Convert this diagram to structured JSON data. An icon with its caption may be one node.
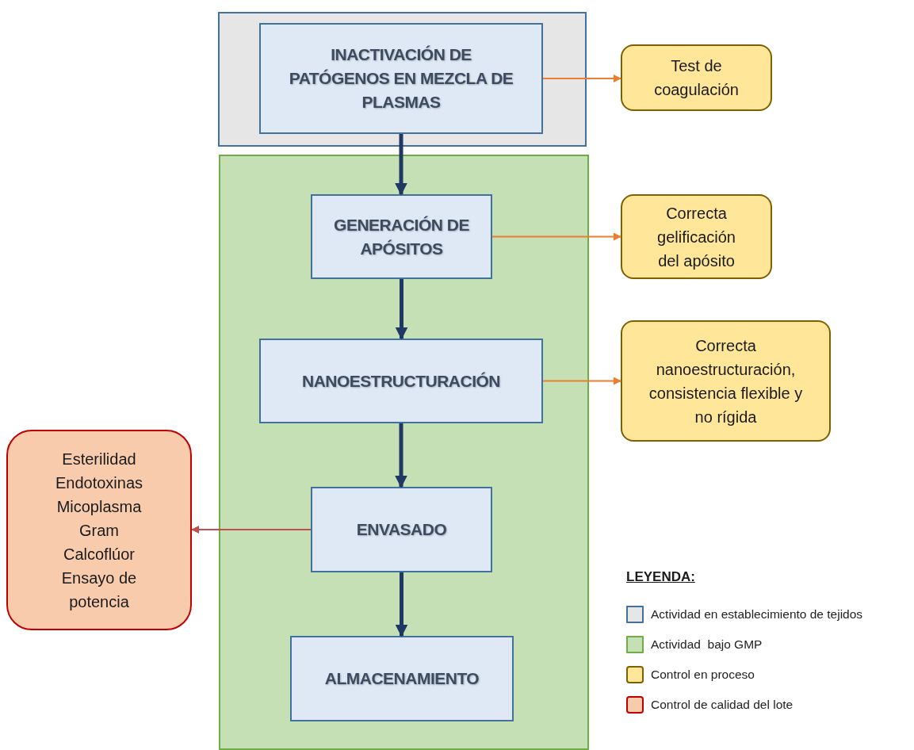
{
  "diagram": {
    "nodes": [
      {
        "text": [],
        "shape": "box"
      },
      {
        "text": [],
        "shape": "box"
      },
      {
        "text": [
          "INACTIVACIÓN DE PATÓGENOS EN MEZCLA DE PLASMAS"
        ],
        "in": 0
      },
      {
        "text": [
          "Test de coagulación"
        ]
      },
      {
        "text": [
          "GENERACIÓN DE APÓSITOS"
        ],
        "in": 1
      },
      {
        "text": [
          "Correcta gelificación del apósito"
        ]
      },
      {
        "text": [
          "NANOESTRUCTURACIÓN"
        ],
        "in": 1
      },
      {
        "text": [
          "Correcta nanoestructuración, consistencia flexible y no rígida"
        ]
      },
      {
        "text": [
          "Esterilidad",
          "Endotoxinas",
          "Micoplasma",
          "Gram",
          "Calcoflúor",
          "Ensayo de potencia"
        ]
      },
      {
        "text": [
          "ENVASADO"
        ],
        "in": 1
      },
      {
        "text": [
          "ALMACENAMIENTO"
        ],
        "in": 1
      }
    ],
    "edges": [
      {
        "from": 2,
        "to": 4,
        "arrow": "to",
        "style": "thick"
      },
      {
        "from": 4,
        "to": 6,
        "arrow": "to",
        "style": "thick"
      },
      {
        "from": 6,
        "to": 9,
        "arrow": "to",
        "style": "thick"
      },
      {
        "from": 9,
        "to": 10,
        "arrow": "to",
        "style": "thick"
      },
      {
        "from": 2,
        "to": 3,
        "arrow": "to",
        "color": "#ed7d31"
      },
      {
        "from": 4,
        "to": 5,
        "arrow": "to",
        "color": "#ed7d31"
      },
      {
        "from": 6,
        "to": 7,
        "arrow": "to",
        "color": "#ed7d31"
      },
      {
        "from": 9,
        "to": 8,
        "arrow": "to",
        "color": "#c0504d"
      }
    ],
    "labels": [
      "LEYENDA:"
    ],
    "legend": [
      {
        "text": "Actividad en establecimiento de tejidos",
        "color": "#e7e6e6"
      },
      {
        "text": "Actividad  bajo GMP",
        "color": "#c5e0b4"
      },
      {
        "text": "Control en proceso",
        "color": "#ffe699"
      },
      {
        "text": "Control de calidad del lote",
        "color": "#f8cbad"
      }
    ]
  }
}
